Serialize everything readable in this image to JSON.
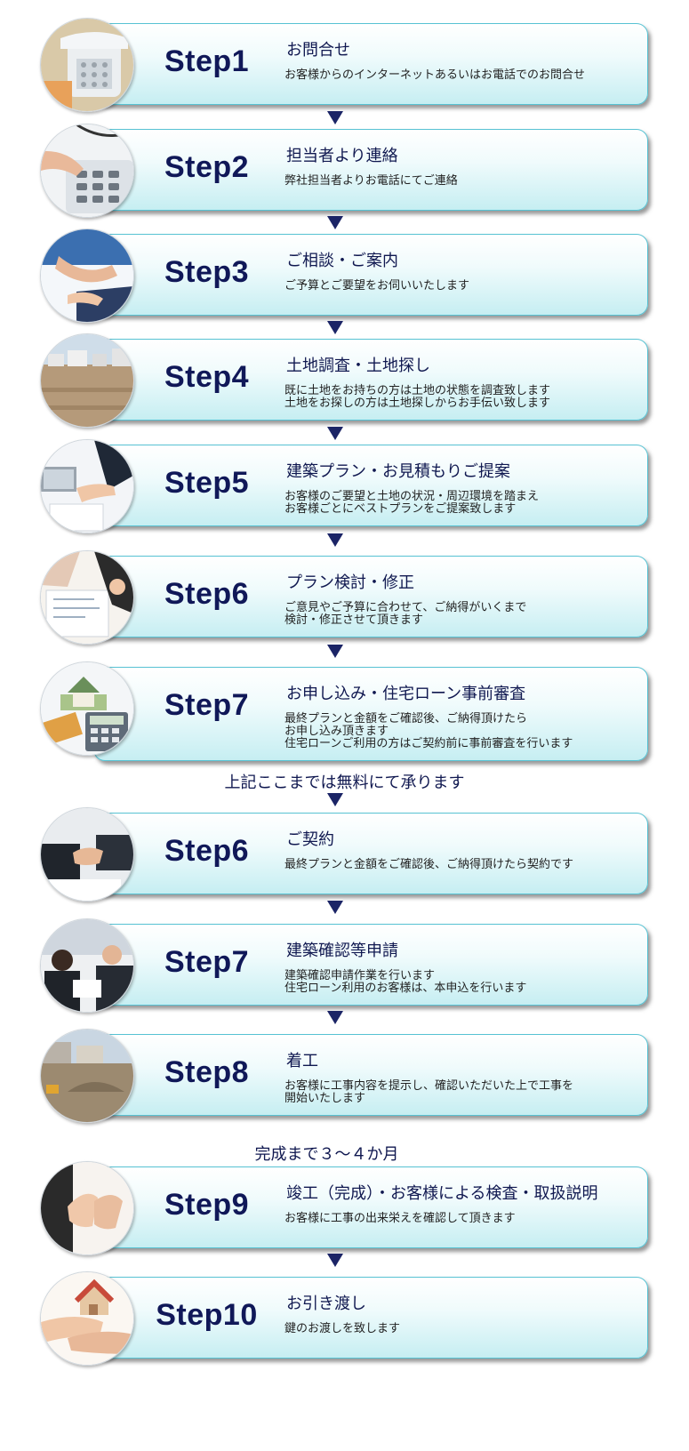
{
  "steps": [
    {
      "label": "Step1",
      "title": "お問合せ",
      "desc": [
        "お客様からのインターネットあるいはお電話でのお問合せ"
      ],
      "photo": "telephone-photo"
    },
    {
      "label": "Step2",
      "title": "担当者より連絡",
      "desc": [
        "弊社担当者よりお電話にてご連絡"
      ],
      "photo": "phone-keypad-photo"
    },
    {
      "label": "Step3",
      "title": "ご相談・ご案内",
      "desc": [
        "ご予算とご要望をお伺いいたします"
      ],
      "photo": "consultation-photo"
    },
    {
      "label": "Step4",
      "title": "土地調査・土地探し",
      "desc": [
        "既に土地をお持ちの方は土地の状態を調査致します",
        "土地をお探しの方は土地探しからお手伝い致します"
      ],
      "photo": "vacant-land-photo"
    },
    {
      "label": "Step5",
      "title": "建築プラン・お見積もりご提案",
      "desc": [
        "お客様のご要望と土地の状況・周辺環境を踏まえ",
        "お客様ごとにベストプランをご提案致します"
      ],
      "photo": "proposal-photo"
    },
    {
      "label": "Step6",
      "title": "プラン検討・修正",
      "desc": [
        "ご意見やご予算に合わせて、ご納得がいくまで",
        "検討・修正させて頂きます"
      ],
      "photo": "plan-review-photo"
    },
    {
      "label": "Step7",
      "title": "お申し込み・住宅ローン事前審査",
      "desc": [
        "最終プランと金額をご確認後、ご納得頂けたら",
        "お申し込み頂きます",
        "住宅ローンご利用の方はご契約前に事前審査を行います"
      ],
      "photo": "house-money-photo"
    },
    {
      "label": "Step6",
      "title": "ご契約",
      "desc": [
        "最終プランと金額をご確認後、ご納得頂けたら契約です"
      ],
      "photo": "handshake-photo"
    },
    {
      "label": "Step7",
      "title": "建築確認等申請",
      "desc": [
        "建築確認申請作業を行います",
        "住宅ローン利用のお客様は、本申込を行います"
      ],
      "photo": "meeting-photo"
    },
    {
      "label": "Step8",
      "title": "着工",
      "desc": [
        "お客様に工事内容を提示し、確認いただいた上で工事を",
        "開始いたします"
      ],
      "photo": "construction-site-photo"
    },
    {
      "label": "Step9",
      "title": "竣工（完成）・お客様による検査・取扱説明",
      "desc": [
        "お客様に工事の出来栄えを確認して頂きます"
      ],
      "photo": "clapping-photo"
    },
    {
      "label": "Step10",
      "title": "お引き渡し",
      "desc": [
        "鍵のお渡しを致します"
      ],
      "photo": "house-in-hands-photo"
    }
  ],
  "notes": {
    "free_until_here": "上記ここまでは無料にて承ります",
    "completion_time": "完成まで３～４か月"
  },
  "colors": {
    "card_border": "#57c2d3",
    "label": "#101858",
    "arrow": "#1b2466"
  }
}
